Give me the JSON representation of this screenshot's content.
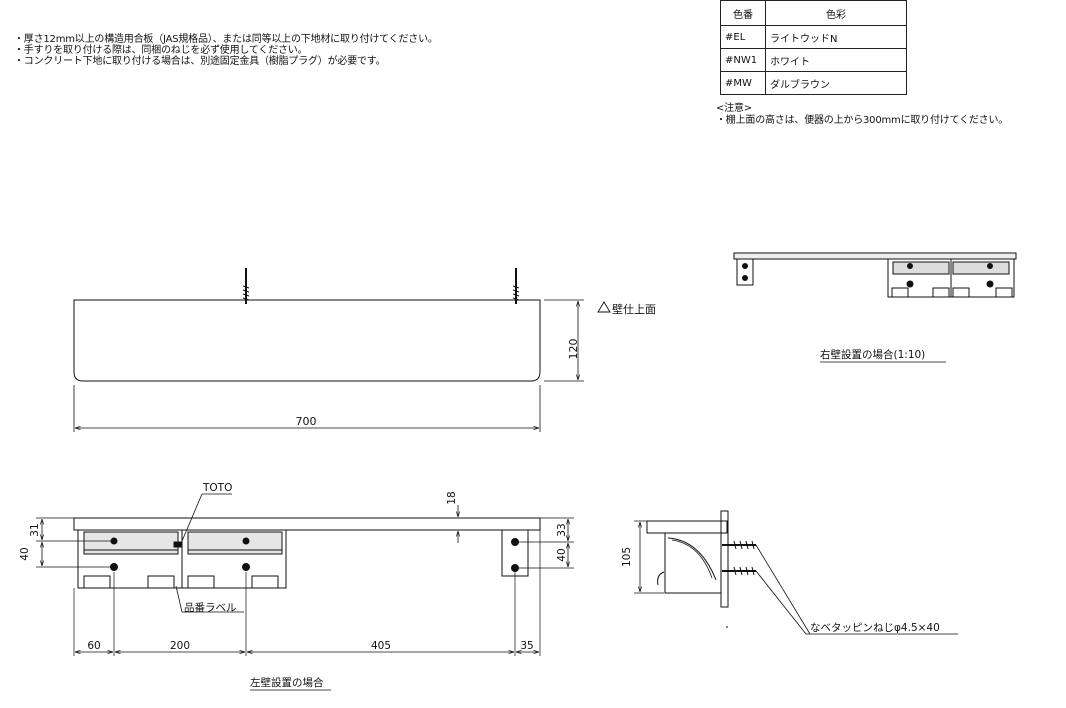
{
  "notes": [
    "・厚さ12mm以上の構造用合板（JAS規格品）、または同等以上の下地材に取り付けてください。",
    "・手すりを取り付ける際は、同梱のねじを必ず使用してください。",
    "・コンクリート下地に取り付ける場合は、別途固定金具（樹脂プラグ）が必要です。"
  ],
  "color_table": {
    "headers": [
      "色番",
      "色彩"
    ],
    "rows": [
      {
        "code": "#EL",
        "name": "ライトウッドN"
      },
      {
        "code": "#NW1",
        "name": "ホワイト"
      },
      {
        "code": "#MW",
        "name": "ダルブラウン"
      }
    ]
  },
  "caution": {
    "title": "<注意>",
    "text": "・棚上面の高さは、便器の上から300mmに取り付けてください。"
  },
  "front_view": {
    "wall_finish_label": "壁仕上面",
    "height_dim": "120",
    "width_dim": "700"
  },
  "right_wall_view": {
    "caption": "右壁設置の場合(1:10)"
  },
  "left_wall_view": {
    "caption": "左壁設置の場合",
    "brand_label": "TOTO",
    "product_label": "品番ラベル",
    "dims": {
      "top_thickness": "18",
      "left_31": "31",
      "left_40": "40",
      "right_33": "33",
      "right_40": "40",
      "d60": "60",
      "d200": "200",
      "d405": "405",
      "d35": "35"
    }
  },
  "side_view": {
    "height_dim": "105",
    "screw_label": "なベタッピンねじφ4.5×40"
  }
}
